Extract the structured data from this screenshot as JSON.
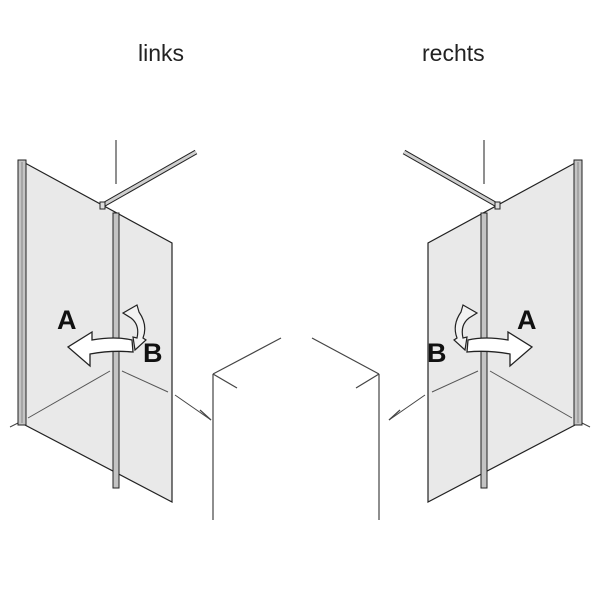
{
  "labels": {
    "left": "links",
    "right": "rechts"
  },
  "letters": {
    "a": "A",
    "b": "B"
  },
  "colors": {
    "glass": "#e8e8e8",
    "line": "#333333",
    "profile": "#bdbdbd"
  }
}
